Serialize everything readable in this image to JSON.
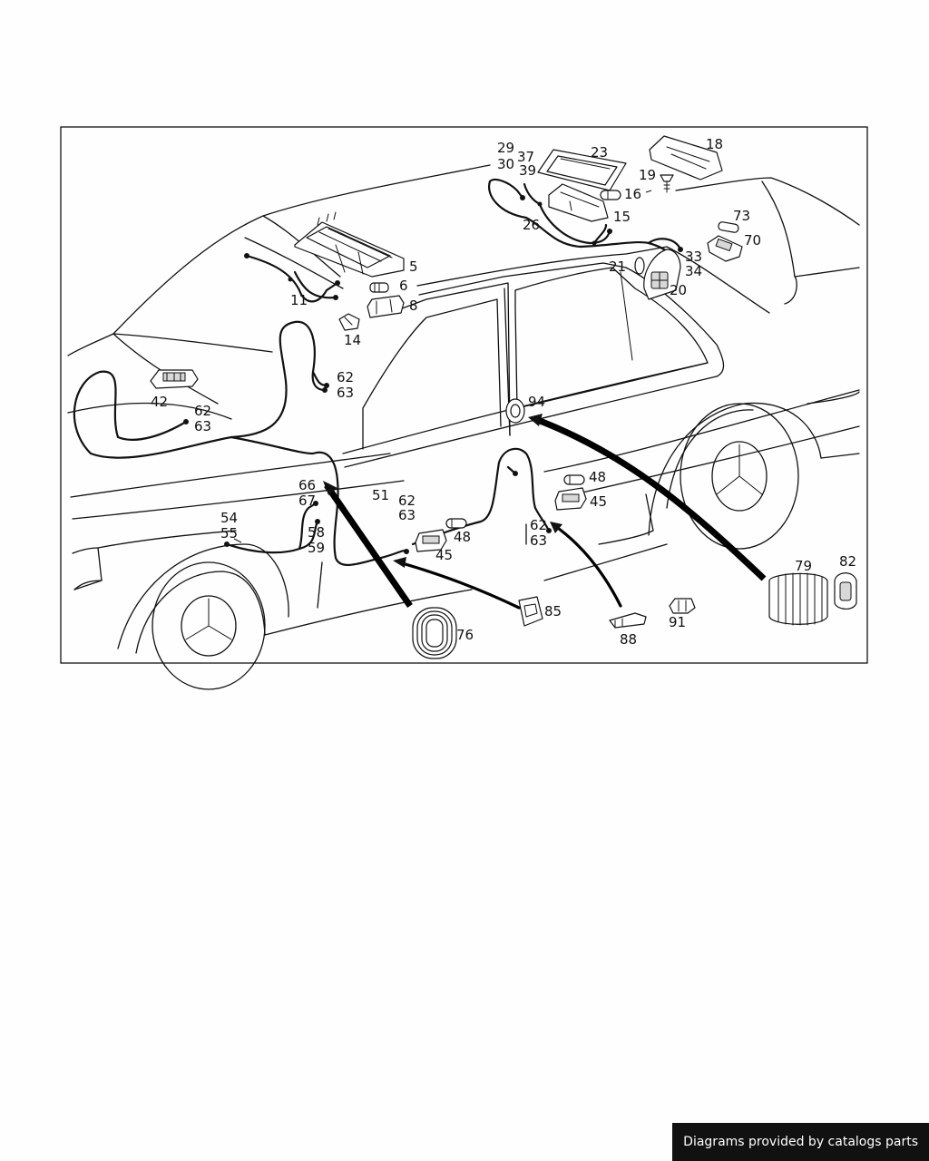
{
  "credit": "Diagrams provided by catalogs parts",
  "callouts": [
    {
      "id": "c18",
      "text": "18"
    },
    {
      "id": "c29",
      "text": "29"
    },
    {
      "id": "c37",
      "text": "37"
    },
    {
      "id": "c23",
      "text": "23"
    },
    {
      "id": "c30",
      "text": "30"
    },
    {
      "id": "c39",
      "text": "39"
    },
    {
      "id": "c19",
      "text": "19"
    },
    {
      "id": "c16",
      "text": "16"
    },
    {
      "id": "c26",
      "text": "26"
    },
    {
      "id": "c15",
      "text": "15"
    },
    {
      "id": "c73",
      "text": "73"
    },
    {
      "id": "c70",
      "text": "70"
    },
    {
      "id": "c33",
      "text": "33"
    },
    {
      "id": "c34",
      "text": "34"
    },
    {
      "id": "c21",
      "text": "21"
    },
    {
      "id": "c20",
      "text": "20"
    },
    {
      "id": "c5",
      "text": "5"
    },
    {
      "id": "c6",
      "text": "6"
    },
    {
      "id": "c8",
      "text": "8"
    },
    {
      "id": "c11",
      "text": "11"
    },
    {
      "id": "c14",
      "text": "14"
    },
    {
      "id": "c42",
      "text": "42"
    },
    {
      "id": "c62a",
      "text": "62"
    },
    {
      "id": "c63a",
      "text": "63"
    },
    {
      "id": "c62b",
      "text": "62"
    },
    {
      "id": "c63b",
      "text": "63"
    },
    {
      "id": "c94",
      "text": "94"
    },
    {
      "id": "c48a",
      "text": "48"
    },
    {
      "id": "c45a",
      "text": "45"
    },
    {
      "id": "c66",
      "text": "66"
    },
    {
      "id": "c67",
      "text": "67"
    },
    {
      "id": "c51",
      "text": "51"
    },
    {
      "id": "c62c",
      "text": "62"
    },
    {
      "id": "c63c",
      "text": "63"
    },
    {
      "id": "c54",
      "text": "54"
    },
    {
      "id": "c55",
      "text": "55"
    },
    {
      "id": "c58",
      "text": "58"
    },
    {
      "id": "c59",
      "text": "59"
    },
    {
      "id": "c48b",
      "text": "48"
    },
    {
      "id": "c45b",
      "text": "45"
    },
    {
      "id": "c62d",
      "text": "62"
    },
    {
      "id": "c63d",
      "text": "63"
    },
    {
      "id": "c79",
      "text": "79"
    },
    {
      "id": "c82",
      "text": "82"
    },
    {
      "id": "c85",
      "text": "85"
    },
    {
      "id": "c91",
      "text": "91"
    },
    {
      "id": "c76",
      "text": "76"
    },
    {
      "id": "c88",
      "text": "88"
    }
  ]
}
